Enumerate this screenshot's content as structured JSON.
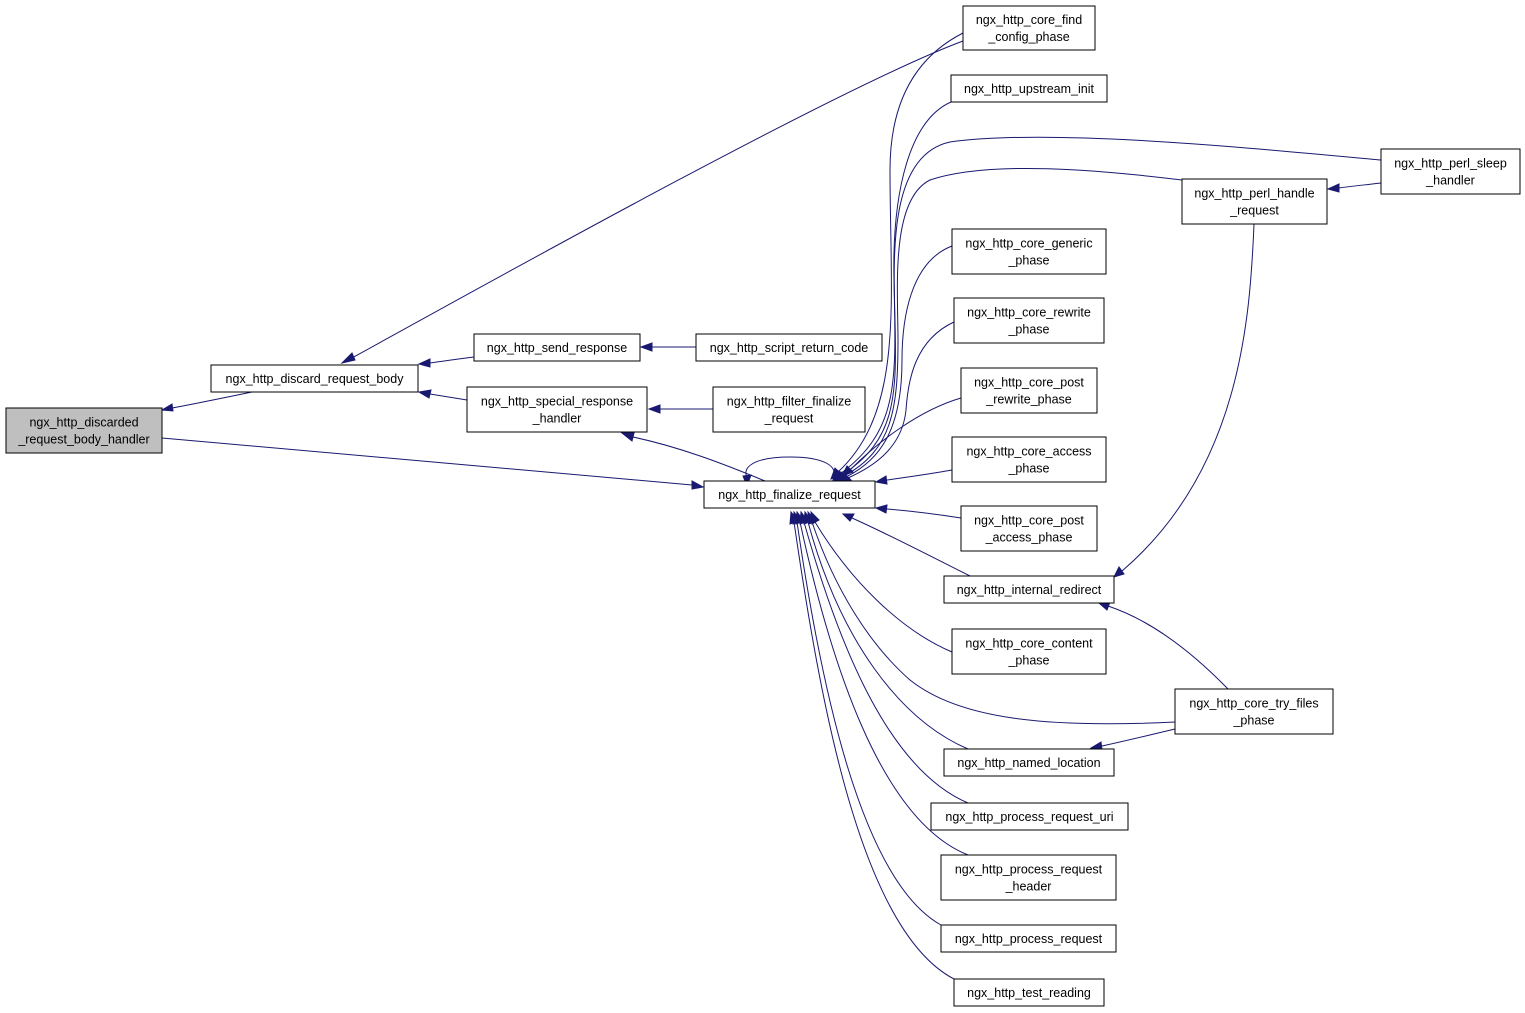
{
  "graph": {
    "nodes": {
      "root": [
        "ngx_http_discarded",
        "_request_body_handler"
      ],
      "discard_request_body": [
        "ngx_http_discard_request_body"
      ],
      "send_response": [
        "ngx_http_send_response"
      ],
      "script_return_code": [
        "ngx_http_script_return_code"
      ],
      "special_response_handler": [
        "ngx_http_special_response",
        "_handler"
      ],
      "filter_finalize_request": [
        "ngx_http_filter_finalize",
        "_request"
      ],
      "finalize_request": [
        "ngx_http_finalize_request"
      ],
      "core_find_config_phase": [
        "ngx_http_core_find",
        "_config_phase"
      ],
      "upstream_init": [
        "ngx_http_upstream_init"
      ],
      "perl_handle_request": [
        "ngx_http_perl_handle",
        "_request"
      ],
      "perl_sleep_handler": [
        "ngx_http_perl_sleep",
        "_handler"
      ],
      "core_generic_phase": [
        "ngx_http_core_generic",
        "_phase"
      ],
      "core_rewrite_phase": [
        "ngx_http_core_rewrite",
        "_phase"
      ],
      "core_post_rewrite_phase": [
        "ngx_http_core_post",
        "_rewrite_phase"
      ],
      "core_access_phase": [
        "ngx_http_core_access",
        "_phase"
      ],
      "core_post_access_phase": [
        "ngx_http_core_post",
        "_access_phase"
      ],
      "internal_redirect": [
        "ngx_http_internal_redirect"
      ],
      "core_content_phase": [
        "ngx_http_core_content",
        "_phase"
      ],
      "core_try_files_phase": [
        "ngx_http_core_try_files",
        "_phase"
      ],
      "named_location": [
        "ngx_http_named_location"
      ],
      "process_request_uri": [
        "ngx_http_process_request_uri"
      ],
      "process_request_header": [
        "ngx_http_process_request",
        "_header"
      ],
      "process_request": [
        "ngx_http_process_request"
      ],
      "test_reading": [
        "ngx_http_test_reading"
      ]
    },
    "highlighted": "root",
    "edge_color": "#191970",
    "highlight_fill": "#bfbfbf"
  }
}
